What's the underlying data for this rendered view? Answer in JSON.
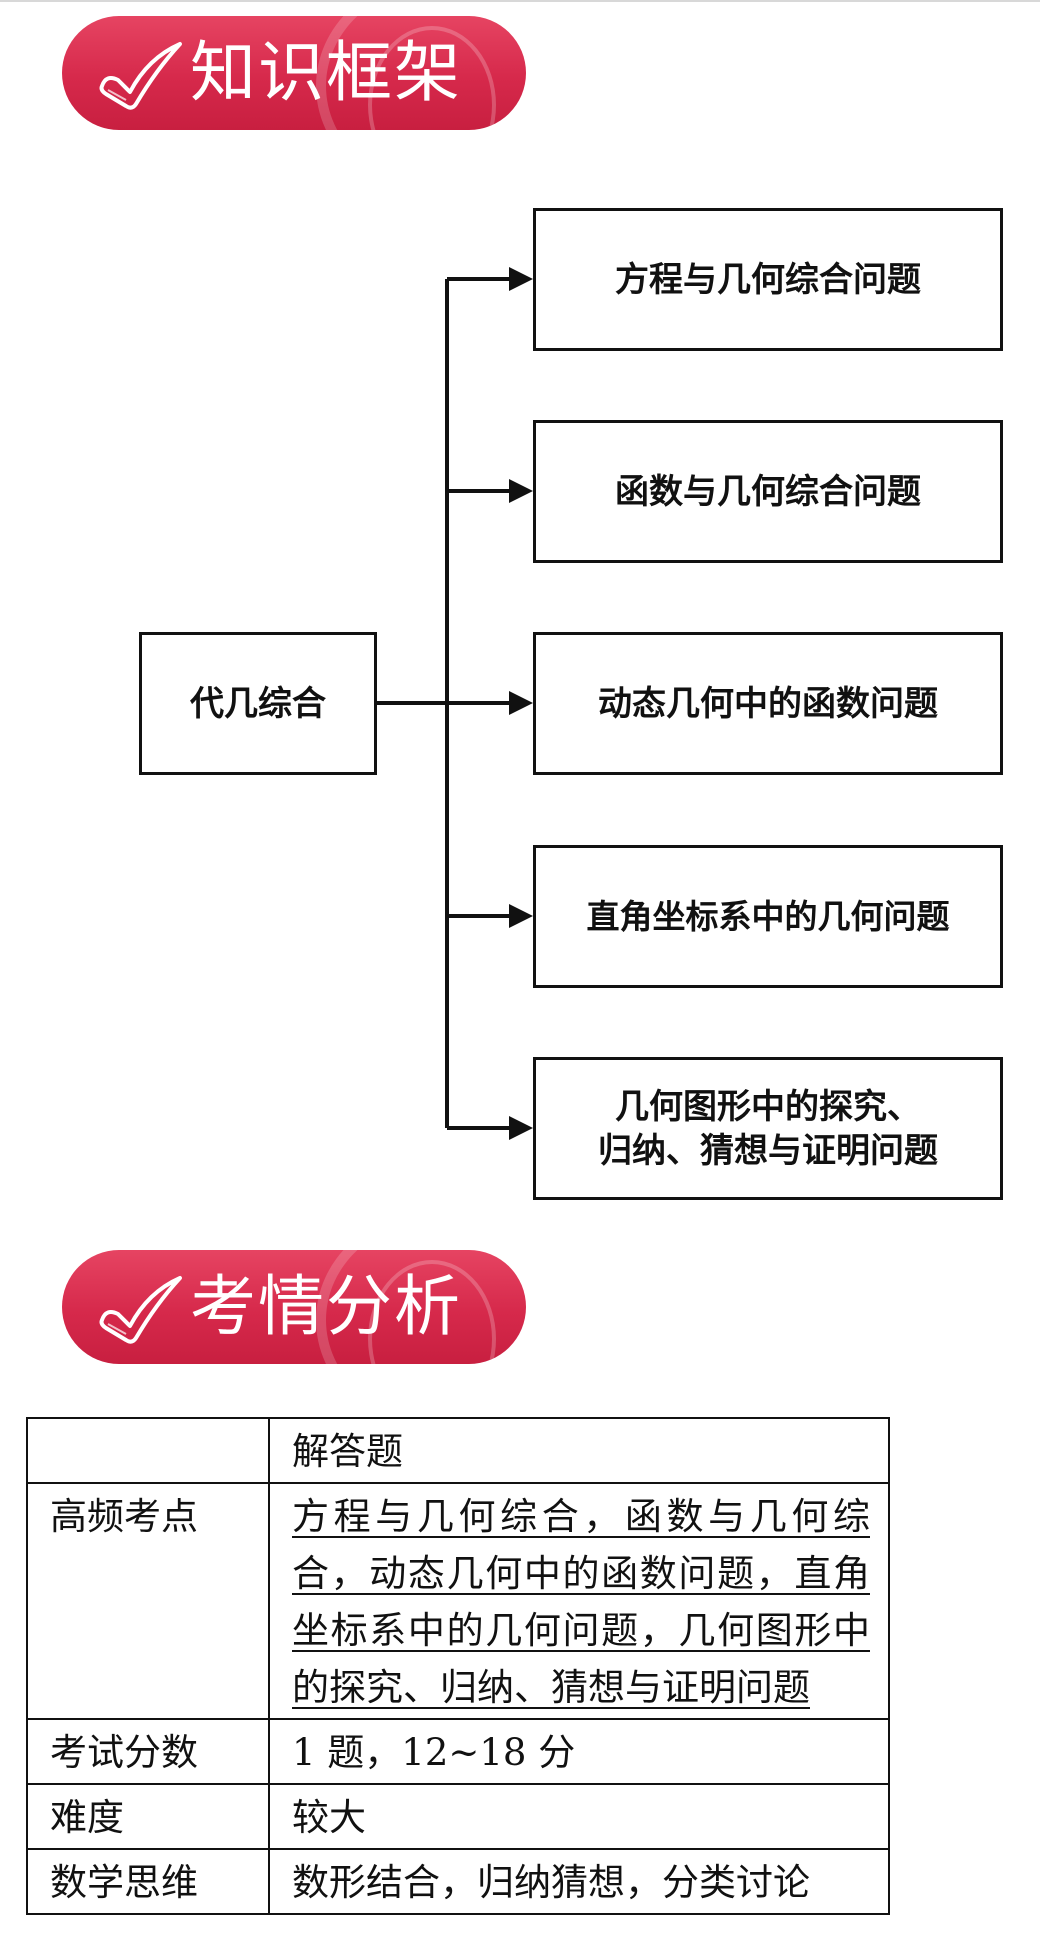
{
  "sections": {
    "framework_title": "知识框架",
    "analysis_title": "考情分析"
  },
  "diagram": {
    "root": "代几综合",
    "branches": [
      {
        "lines": [
          "方程与几何综合问题"
        ]
      },
      {
        "lines": [
          "函数与几何综合问题"
        ]
      },
      {
        "lines": [
          "动态几何中的函数问题"
        ]
      },
      {
        "lines": [
          "直角坐标系中的几何问题"
        ]
      },
      {
        "lines": [
          "几何图形中的探究、",
          "归纳、猜想与证明问题"
        ]
      }
    ]
  },
  "table": {
    "header_value": "解答题",
    "rows": [
      {
        "label": "高频考点",
        "value": "方程与几何综合，函数与几何综合，动态几何中的函数问题，直角坐标系中的几何问题，几何图形中的探究、归纳、猜想与证明问题"
      },
      {
        "label": "考试分数",
        "value": "1 题，12~18 分"
      },
      {
        "label": "难度",
        "value": "较大"
      },
      {
        "label": "数学思维",
        "value": "数形结合，归纳猜想，分类讨论"
      }
    ]
  },
  "colors": {
    "banner": "#d6294b",
    "line": "#111111"
  }
}
